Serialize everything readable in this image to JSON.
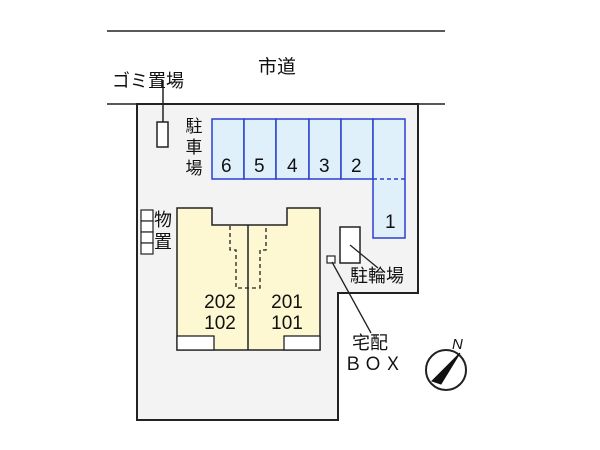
{
  "road": {
    "label": "市道"
  },
  "garbage": {
    "label": "ゴミ置場"
  },
  "parking": {
    "label": "駐車場",
    "spaces": [
      "6",
      "5",
      "4",
      "3",
      "2",
      "1"
    ],
    "fill": "#dff0fb",
    "stroke": "#2a3fd6"
  },
  "storage": {
    "label": "物置"
  },
  "building": {
    "fill": "#fdf8d2",
    "units": [
      {
        "upper": "202",
        "lower": "102"
      },
      {
        "upper": "201",
        "lower": "101"
      }
    ]
  },
  "bicycle": {
    "label": "駐輪場"
  },
  "delivery_box": {
    "line1": "宅配",
    "line2": "ＢＯＸ"
  },
  "compass": {
    "label": "N"
  },
  "lot": {
    "fill": "#f3f3f3"
  }
}
